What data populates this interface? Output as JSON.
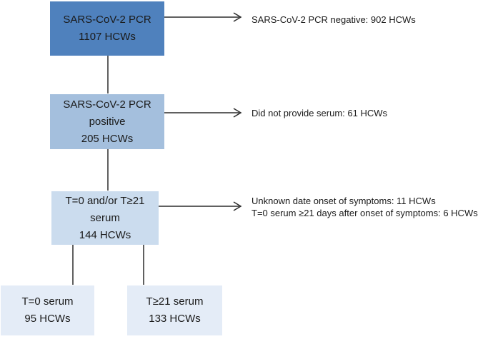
{
  "flowchart": {
    "boxes": [
      {
        "id": "pcr-total",
        "lines": [
          "SARS-CoV-2 PCR",
          "1107 HCWs"
        ],
        "fill": "#4f81bd"
      },
      {
        "id": "pcr-positive",
        "lines": [
          "SARS-CoV-2 PCR",
          "positive",
          "205 HCWs"
        ],
        "fill": "#a4bfdd"
      },
      {
        "id": "serum-any",
        "lines": [
          "T=0 and/or T≥21",
          "serum",
          "144 HCWs"
        ],
        "fill": "#cbdcee"
      },
      {
        "id": "serum-t0",
        "lines": [
          "T=0 serum",
          "95 HCWs"
        ],
        "fill": "#e4ecf7"
      },
      {
        "id": "serum-t21",
        "lines": [
          "T≥21 serum",
          "133 HCWs"
        ],
        "fill": "#e4ecf7"
      }
    ],
    "annotations": [
      {
        "lines": [
          "SARS-CoV-2 PCR negative: 902 HCWs"
        ]
      },
      {
        "lines": [
          "Did not provide serum: 61 HCWs"
        ]
      },
      {
        "lines": [
          "Unknown date onset of symptoms: 11 HCWs",
          "T=0 serum ≥21 days after onset of symptoms: 6 HCWs"
        ]
      }
    ],
    "colors": {
      "box_text": "#1a1a1a",
      "connector_line": "#2b2b2b",
      "background": "#ffffff"
    }
  }
}
